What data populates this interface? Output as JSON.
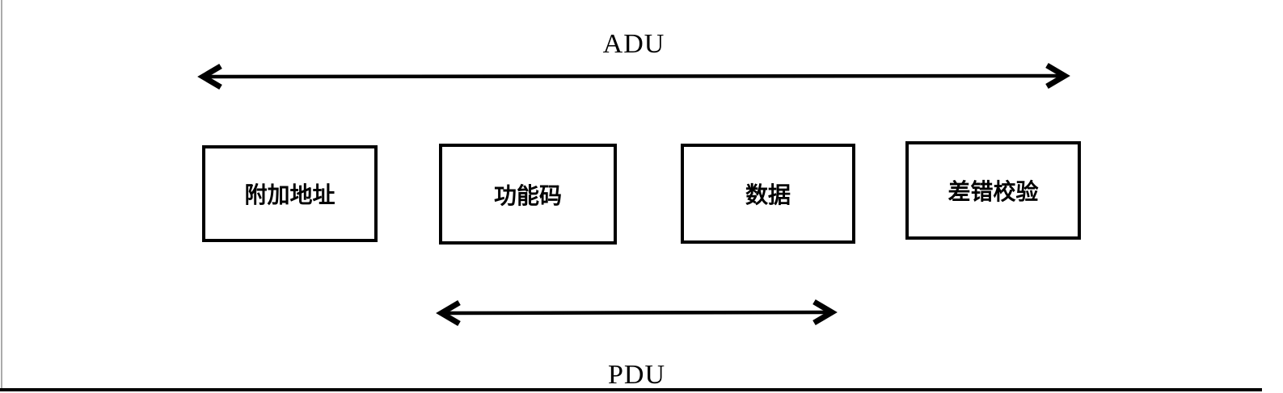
{
  "diagram": {
    "title_semantics": "modbus-frame-structure",
    "adu": {
      "label": "ADU"
    },
    "pdu": {
      "label": "PDU"
    },
    "boxes": [
      {
        "label": "附加地址"
      },
      {
        "label": "功能码"
      },
      {
        "label": "数据"
      },
      {
        "label": "差错校验"
      }
    ],
    "icons": {
      "adu_arrow": "double-headed-arrow-icon",
      "pdu_arrow": "double-headed-arrow-icon"
    },
    "colors": {
      "line": "#000000",
      "page_edge": "#ababab",
      "background": "#ffffff"
    }
  }
}
